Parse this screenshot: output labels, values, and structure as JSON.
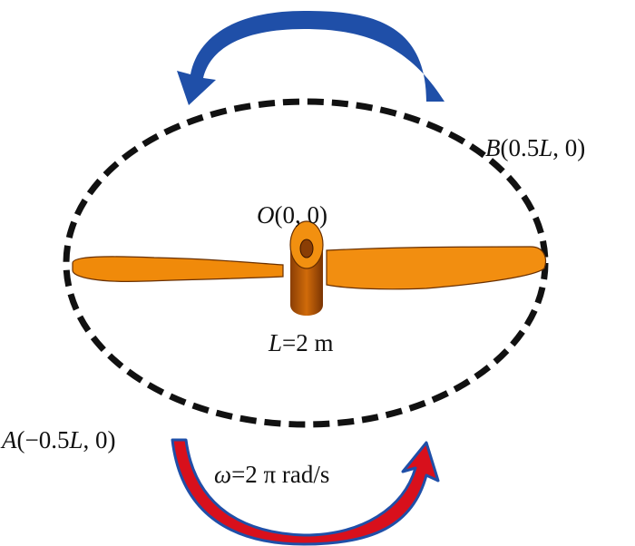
{
  "labels": {
    "origin": {
      "name": "O",
      "coords": "(0, 0)"
    },
    "point_b": {
      "name": "B",
      "open": "(0.5",
      "var": "L",
      "close": ", 0)"
    },
    "point_a": {
      "name": "A",
      "open": "(−0.5",
      "var": "L",
      "close": ", 0)"
    },
    "length": {
      "var": "L",
      "rest": "=2 m"
    },
    "omega": {
      "var": "ω",
      "rest": "=2 π rad/s"
    }
  },
  "colors": {
    "top_arrow": "#1f4fa8",
    "bottom_arrow_fill": "#d8101c",
    "bottom_arrow_edge": "#1f4fa8",
    "propeller": "#f08a0a",
    "orbit": "#111111"
  }
}
